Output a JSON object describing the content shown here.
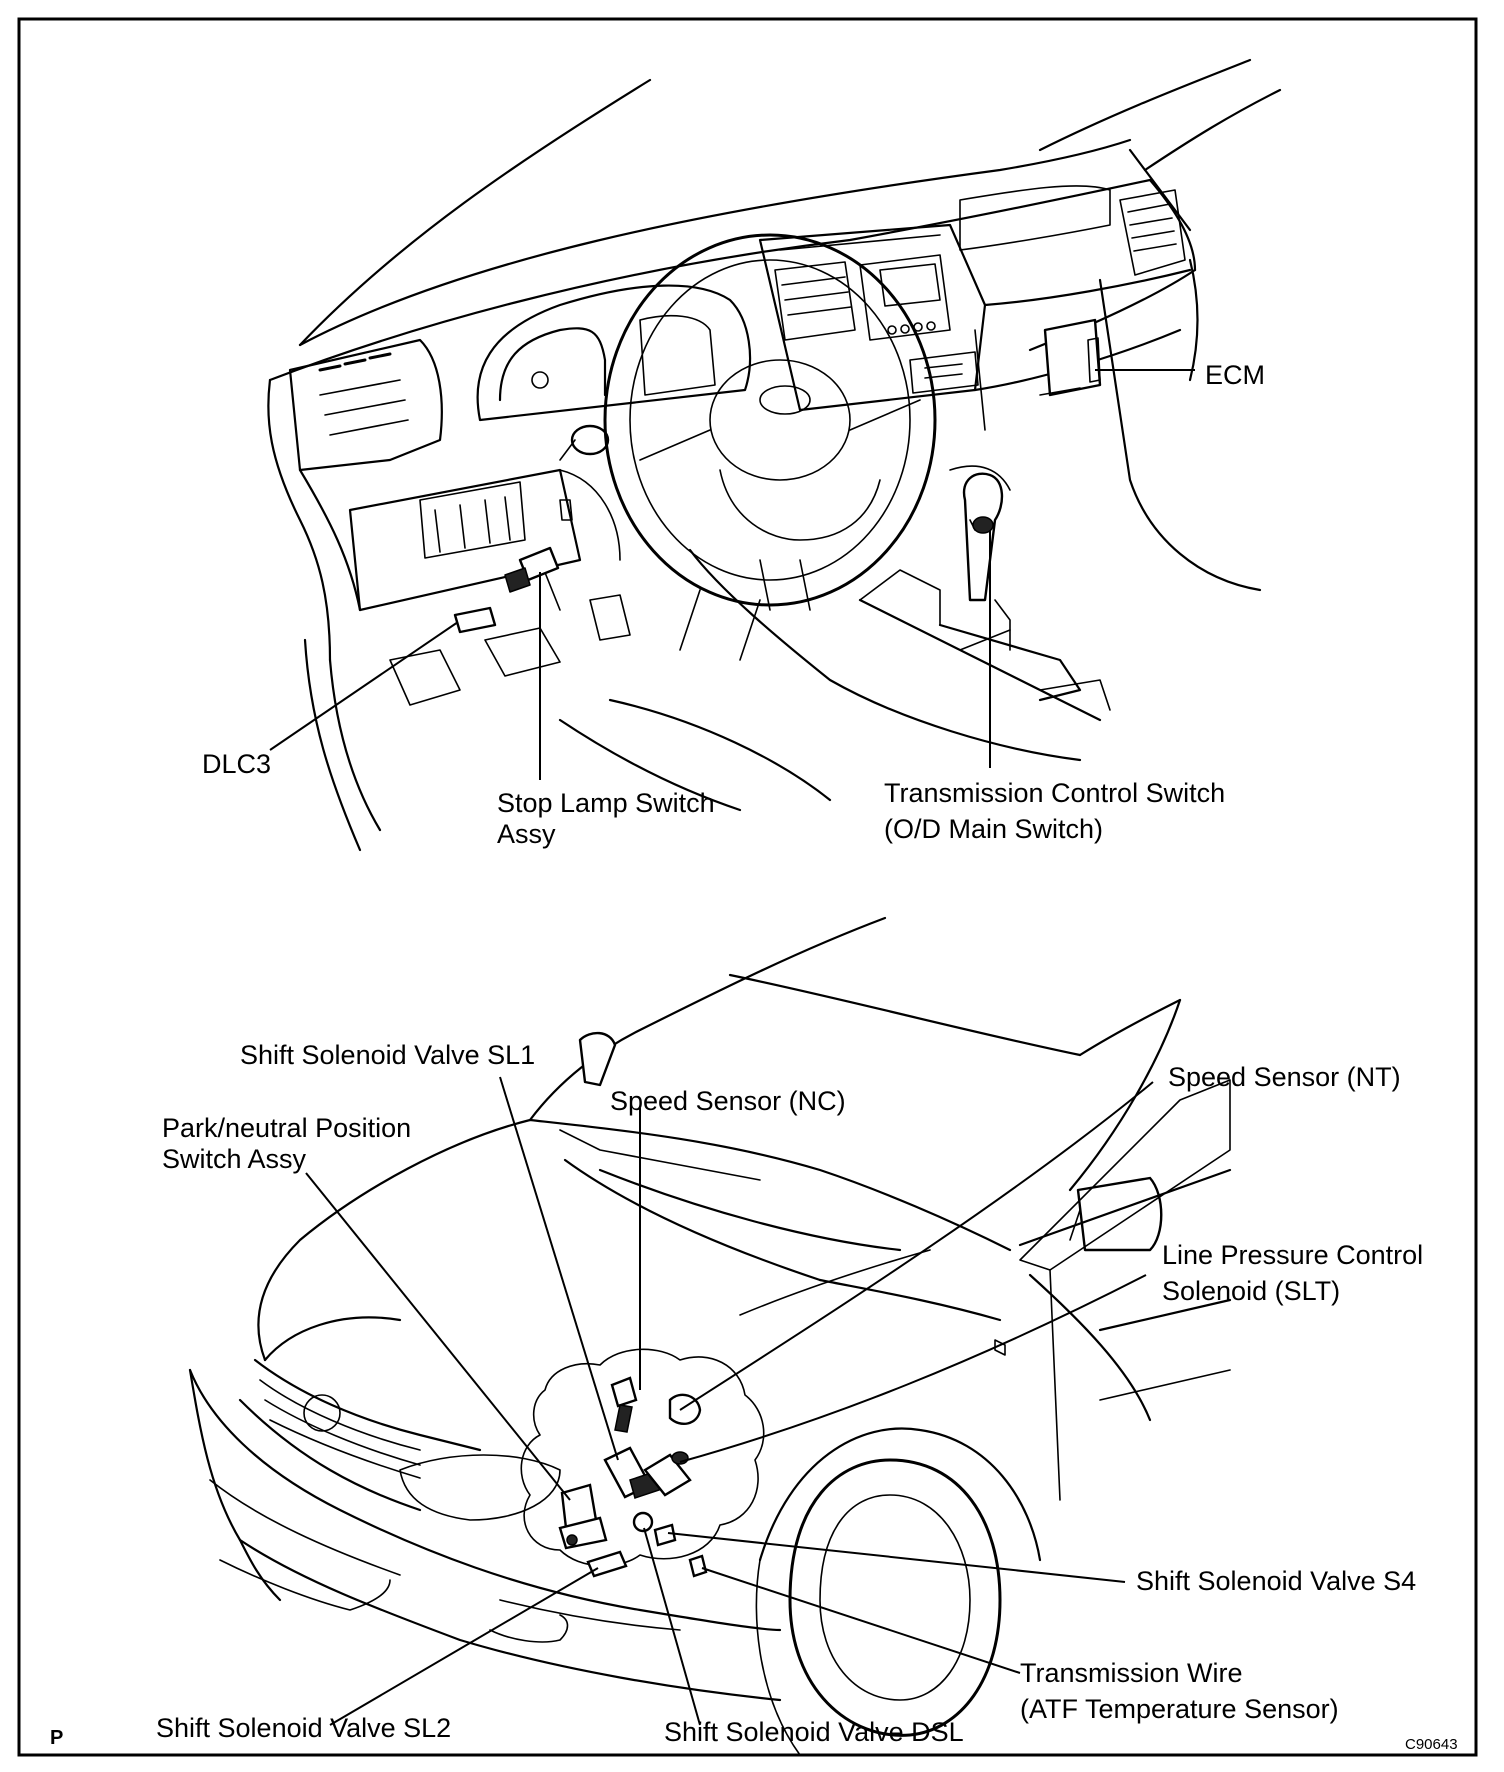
{
  "diagram_code": "C90643",
  "corner_mark": "P",
  "callouts": {
    "ecm": "ECM",
    "dlc3": "DLC3",
    "stop_lamp": [
      "Stop Lamp Switch",
      "Assy"
    ],
    "transmission_control": [
      "Transmission Control Switch",
      "(O/D Main Switch)"
    ],
    "sl1": "Shift Solenoid Valve SL1",
    "speed_nc": "Speed Sensor (NC)",
    "speed_nt": "Speed Sensor (NT)",
    "park_neutral": [
      "Park/neutral Position",
      "Switch Assy"
    ],
    "line_pressure": [
      "Line Pressure Control",
      "Solenoid (SLT)"
    ],
    "s4": "Shift Solenoid Valve S4",
    "transmission_wire": [
      "Transmission Wire",
      "(ATF Temperature Sensor)"
    ],
    "sl2": "Shift Solenoid Valve SL2",
    "dsl": "Shift Solenoid Valve DSL"
  }
}
